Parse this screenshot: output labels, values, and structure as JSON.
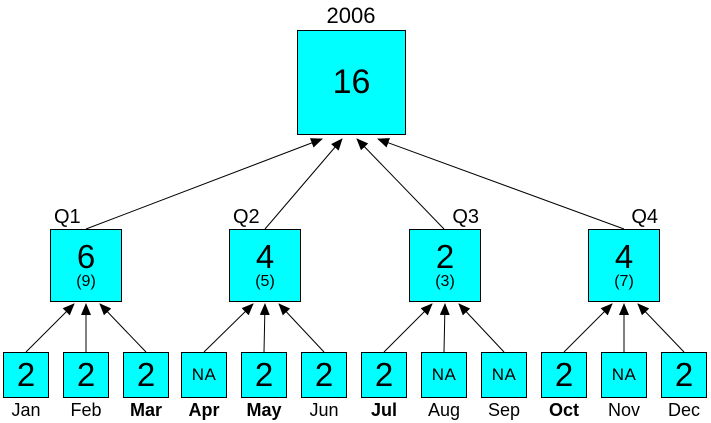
{
  "title": "2006",
  "year": {
    "value": "16"
  },
  "quarters": [
    {
      "label": "Q1",
      "value": "6",
      "sub": "(9)"
    },
    {
      "label": "Q2",
      "value": "4",
      "sub": "(5)"
    },
    {
      "label": "Q3",
      "value": "2",
      "sub": "(3)"
    },
    {
      "label": "Q4",
      "value": "4",
      "sub": "(7)"
    }
  ],
  "months": [
    {
      "label": "Jan",
      "value": "2",
      "bold": false
    },
    {
      "label": "Feb",
      "value": "2",
      "bold": false
    },
    {
      "label": "Mar",
      "value": "2",
      "bold": true
    },
    {
      "label": "Apr",
      "value": "NA",
      "bold": true
    },
    {
      "label": "May",
      "value": "2",
      "bold": true
    },
    {
      "label": "Jun",
      "value": "2",
      "bold": false
    },
    {
      "label": "Jul",
      "value": "2",
      "bold": true
    },
    {
      "label": "Aug",
      "value": "NA",
      "bold": false
    },
    {
      "label": "Sep",
      "value": "NA",
      "bold": false
    },
    {
      "label": "Oct",
      "value": "2",
      "bold": true
    },
    {
      "label": "Nov",
      "value": "NA",
      "bold": false
    },
    {
      "label": "Dec",
      "value": "2",
      "bold": false
    }
  ],
  "colors": {
    "box_fill": "#00FFFF",
    "box_border": "#000000",
    "text": "#000000",
    "line": "#000000",
    "background": "#FFFFFF"
  }
}
